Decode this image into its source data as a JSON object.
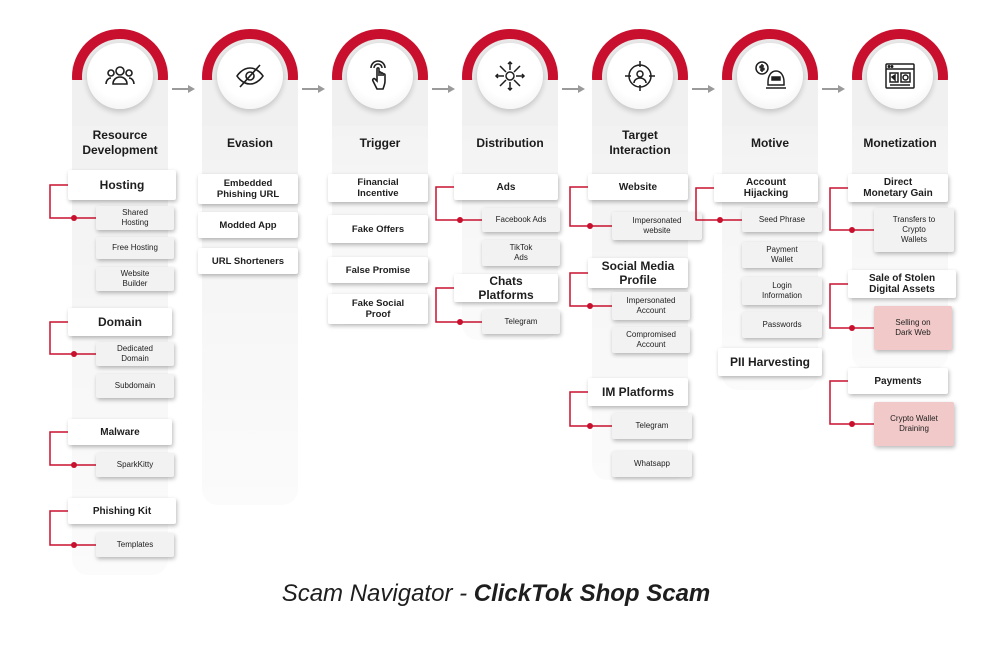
{
  "colors": {
    "accent": "#c8102e",
    "highlight_box": "#f2c9c9",
    "pillar": "#f3f3f3"
  },
  "footer": {
    "title_prefix": "Scam Navigator - ",
    "title_bold": "ClickTok Shop Scam"
  },
  "columns": [
    {
      "title": "Resource\nDevelopment",
      "icon": "people-group-icon",
      "items": [
        {
          "label": "Hosting",
          "children": [
            {
              "label": "Shared\nHosting"
            },
            {
              "label": "Free Hosting"
            },
            {
              "label": "Website\nBuilder"
            }
          ]
        },
        {
          "label": "Domain",
          "children": [
            {
              "label": "Dedicated\nDomain"
            },
            {
              "label": "Subdomain"
            }
          ]
        },
        {
          "label": "Malware",
          "children": [
            {
              "label": "SparkKitty"
            }
          ]
        },
        {
          "label": "Phishing Kit",
          "children": [
            {
              "label": "Templates"
            }
          ]
        }
      ]
    },
    {
      "title": "Evasion",
      "icon": "eye-slash-icon",
      "items": [
        {
          "label": "Embedded\nPhishing URL"
        },
        {
          "label": "Modded App"
        },
        {
          "label": "URL Shorteners"
        }
      ]
    },
    {
      "title": "Trigger",
      "icon": "pointer-hand-icon",
      "items": [
        {
          "label": "Financial\nIncentive"
        },
        {
          "label": "Fake Offers"
        },
        {
          "label": "False Promise"
        },
        {
          "label": "Fake Social\nProof"
        }
      ]
    },
    {
      "title": "Distribution",
      "icon": "network-spread-icon",
      "items": [
        {
          "label": "Ads",
          "children": [
            {
              "label": "Facebook Ads"
            },
            {
              "label": "TikTok\nAds"
            }
          ]
        },
        {
          "label": "Chats\nPlatforms",
          "children": [
            {
              "label": "Telegram"
            }
          ]
        }
      ]
    },
    {
      "title": "Target\nInteraction",
      "icon": "target-person-icon",
      "items": [
        {
          "label": "Website",
          "children": [
            {
              "label": "Impersonated\nwebsite"
            }
          ]
        },
        {
          "label": "Social Media\nProfile",
          "children": [
            {
              "label": "Impersonated\nAccount"
            },
            {
              "label": "Compromised\nAccount"
            }
          ]
        },
        {
          "label": "IM Platforms",
          "children": [
            {
              "label": "Telegram"
            },
            {
              "label": "Whatsapp"
            }
          ]
        }
      ]
    },
    {
      "title": "Motive",
      "icon": "hacker-dollar-icon",
      "items": [
        {
          "label": "Account\nHijacking",
          "children": [
            {
              "label": "Seed Phrase"
            },
            {
              "label": "Payment\nWallet"
            },
            {
              "label": "Login\nInformation"
            },
            {
              "label": "Passwords"
            }
          ]
        },
        {
          "label": "PII Harvesting"
        }
      ]
    },
    {
      "title": "Monetization",
      "icon": "browser-money-icon",
      "items": [
        {
          "label": "Direct\nMonetary Gain",
          "children": [
            {
              "label": "Transfers to\nCrypto\nWallets"
            }
          ]
        },
        {
          "label": "Sale of Stolen\nDigital Assets",
          "children": [
            {
              "label": "Selling on\nDark Web"
            }
          ]
        },
        {
          "label": "Payments",
          "children": [
            {
              "label": "Crypto Wallet\nDraining"
            }
          ]
        }
      ]
    }
  ]
}
